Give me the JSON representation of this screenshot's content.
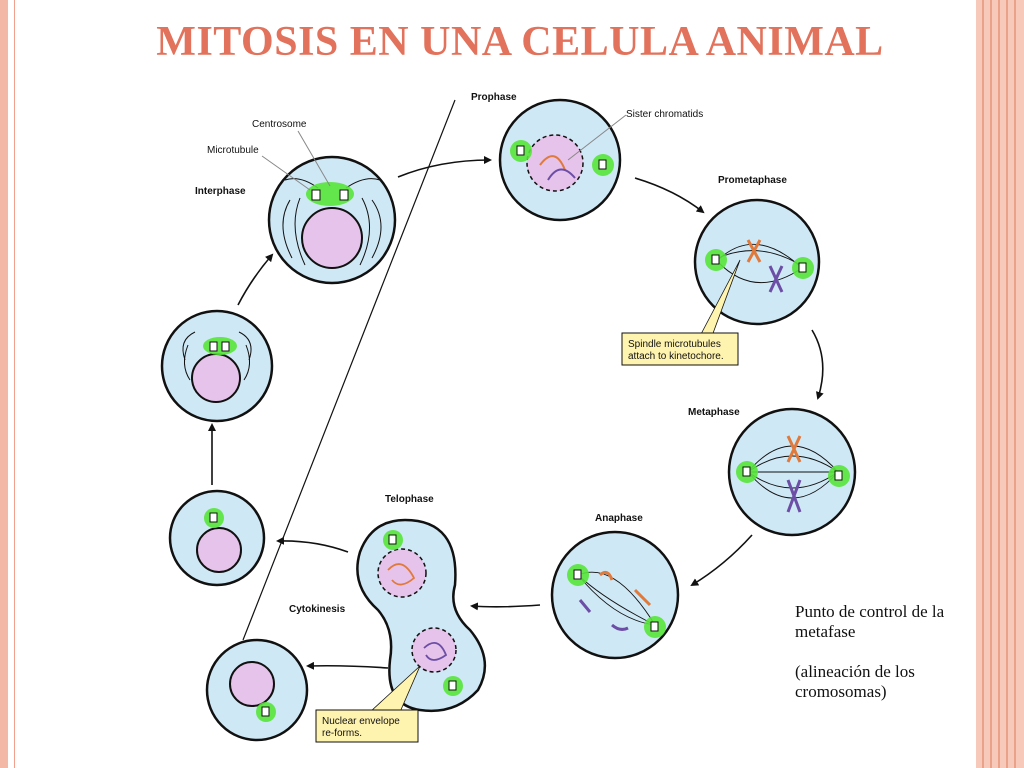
{
  "title": "MITOSIS EN UNA CELULA ANIMAL",
  "labels": {
    "centrosome": "Centrosome",
    "microtubule": "Microtubule",
    "interphase": "Interphase",
    "prophase": "Prophase",
    "sister_chromatids": "Sister chromatids",
    "prometaphase": "Prometaphase",
    "spindle_note_1": "Spindle microtubules",
    "spindle_note_2": "attach to kinetochore.",
    "metaphase": "Metaphase",
    "anaphase": "Anaphase",
    "telophase": "Telophase",
    "cytokinesis": "Cytokinesis",
    "envelope_note_1": "Nuclear envelope",
    "envelope_note_2": "re-forms."
  },
  "checkpoint": {
    "line1": "Punto de control de la metafase",
    "line2": "(alineación de los cromosomas)"
  },
  "colors": {
    "title": "#e2725b",
    "cytoplasm": "#cfe8f5",
    "nucleus": "#e6c3ea",
    "centrosome": "#57e43a",
    "chromosome_orange": "#e07a3c",
    "chromosome_purple": "#6c4ea6",
    "note_box": "#fff3b0",
    "frame": "#f4b8a6"
  }
}
